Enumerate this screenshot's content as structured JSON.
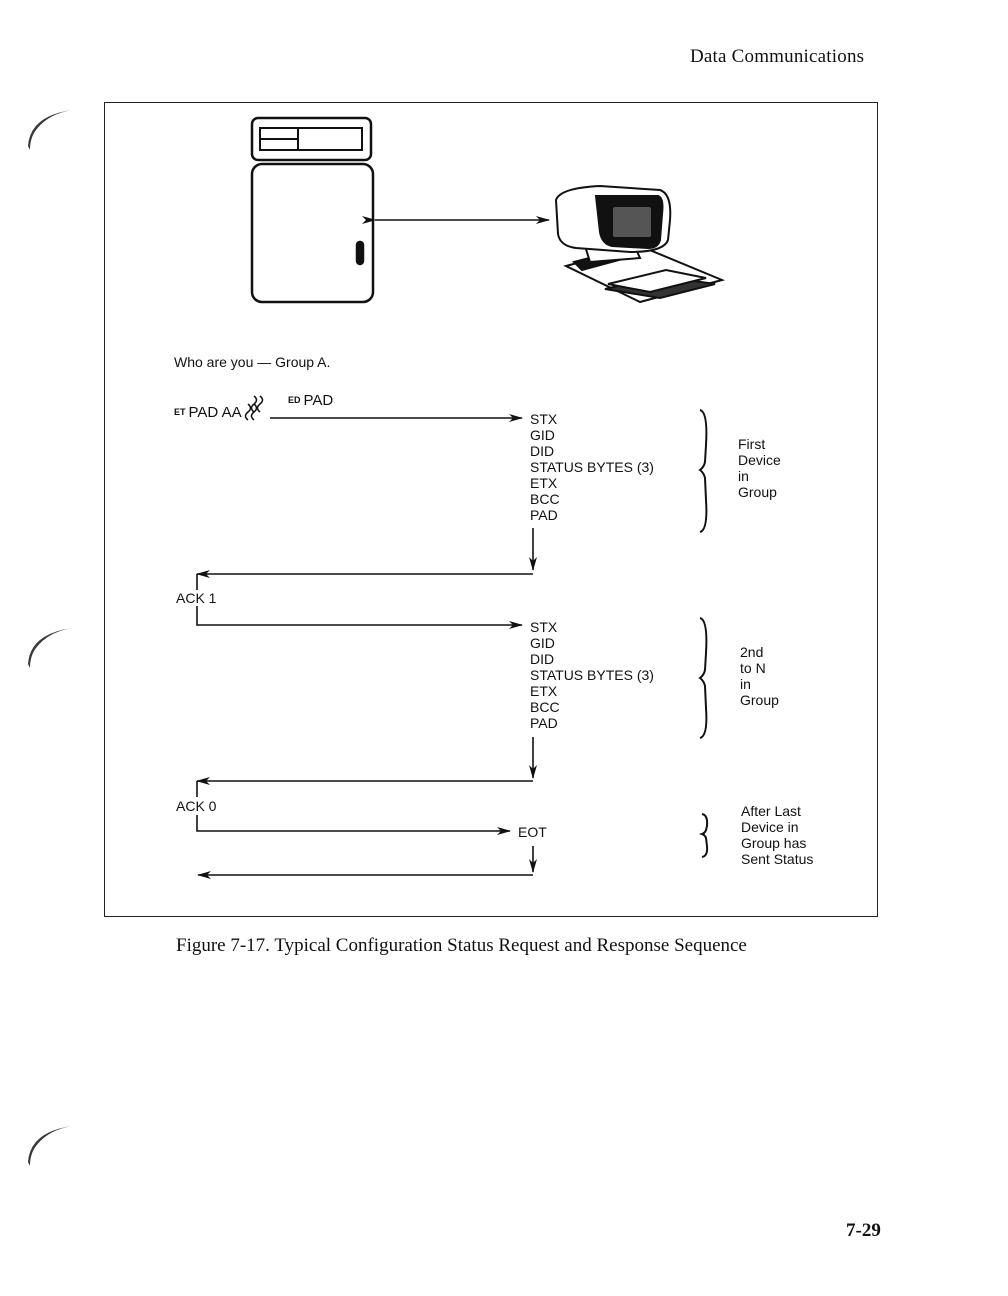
{
  "page": {
    "header": "Data Communications",
    "page_number": "7-29",
    "caption": "Figure 7-17. Typical Configuration Status Request and Response Sequence"
  },
  "diagram": {
    "intro": "Who are you — Group A.",
    "poll": {
      "left_prefix": "ET",
      "left_text": "PAD AA",
      "upper_prefix": "ED",
      "upper_text": "PAD"
    },
    "response_fields": [
      "STX",
      "GID",
      "DID",
      "STATUS BYTES (3)",
      "ETX",
      "BCC",
      "PAD"
    ],
    "group1_note": [
      "First",
      "Device",
      "in",
      "Group"
    ],
    "ack1": "ACK 1",
    "group2_note": [
      "2nd",
      "to N",
      "in",
      "Group"
    ],
    "ack0": "ACK 0",
    "eot": "EOT",
    "group3_note": [
      "After Last",
      "Device in",
      "Group has",
      "Sent Status"
    ]
  },
  "marks": {
    "hole_punch_color": "#3a3a3a"
  }
}
